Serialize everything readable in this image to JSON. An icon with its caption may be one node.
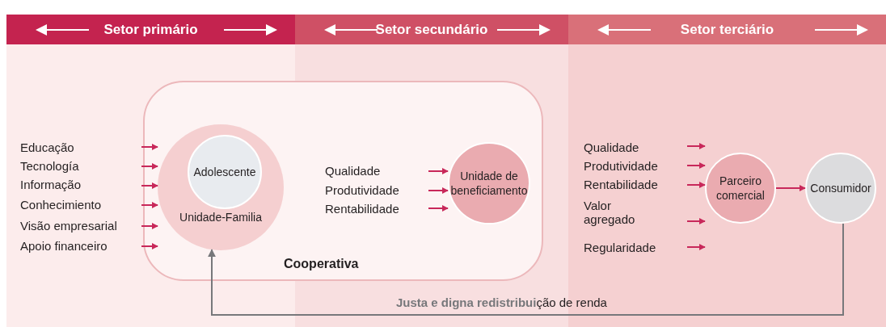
{
  "diagram": {
    "nodes": [
      {
        "text": [
          "Setor primário"
        ]
      },
      {
        "text": [
          "Setor secundário"
        ]
      },
      {
        "text": [
          "Setor terciário"
        ]
      },
      {
        "text": [
          "Cooperativa"
        ]
      },
      {
        "text": [
          "Unidade-Familia"
        ],
        "in": 3
      },
      {
        "text": [
          "Adolescente"
        ],
        "in": 4
      },
      {
        "text": [
          "Unidade de beneficiamento"
        ],
        "in": 3
      },
      {
        "text": [
          "Parceiro comercial"
        ]
      },
      {
        "text": [
          "Consumidor"
        ]
      }
    ],
    "edges": [
      {
        "from": null,
        "to": 4,
        "arrow": "to"
      },
      {
        "from": null,
        "to": 4,
        "arrow": "to"
      },
      {
        "from": null,
        "to": 4,
        "arrow": "to"
      },
      {
        "from": null,
        "to": 4,
        "arrow": "to"
      },
      {
        "from": null,
        "to": 4,
        "arrow": "to"
      },
      {
        "from": null,
        "to": 4,
        "arrow": "to"
      },
      {
        "from": null,
        "to": 6,
        "arrow": "to"
      },
      {
        "from": null,
        "to": 6,
        "arrow": "to"
      },
      {
        "from": null,
        "to": 6,
        "arrow": "to"
      },
      {
        "from": null,
        "to": 7,
        "arrow": "to"
      },
      {
        "from": null,
        "to": 7,
        "arrow": "to"
      },
      {
        "from": null,
        "to": 7,
        "arrow": "to"
      },
      {
        "from": null,
        "to": 7,
        "arrow": "to"
      },
      {
        "from": null,
        "to": 7,
        "arrow": "to"
      },
      {
        "from": 7,
        "to": 8,
        "arrow": "to"
      },
      {
        "from": 8,
        "to": 4,
        "arrow": "to",
        "label": "**Justa e digna redistribui**ção de renda",
        "color": "#77787b"
      }
    ],
    "labels": [
      "Educação",
      "Tecnología",
      "Informação",
      "Conhecimiento",
      "Visão empresarial",
      "Apoio financeiro",
      "Qualidade",
      "Produtividade",
      "Rentabilidade",
      "Qualidade",
      "Produtividade",
      "Rentabilidade",
      "Valor agregado",
      "Regularidade"
    ]
  }
}
